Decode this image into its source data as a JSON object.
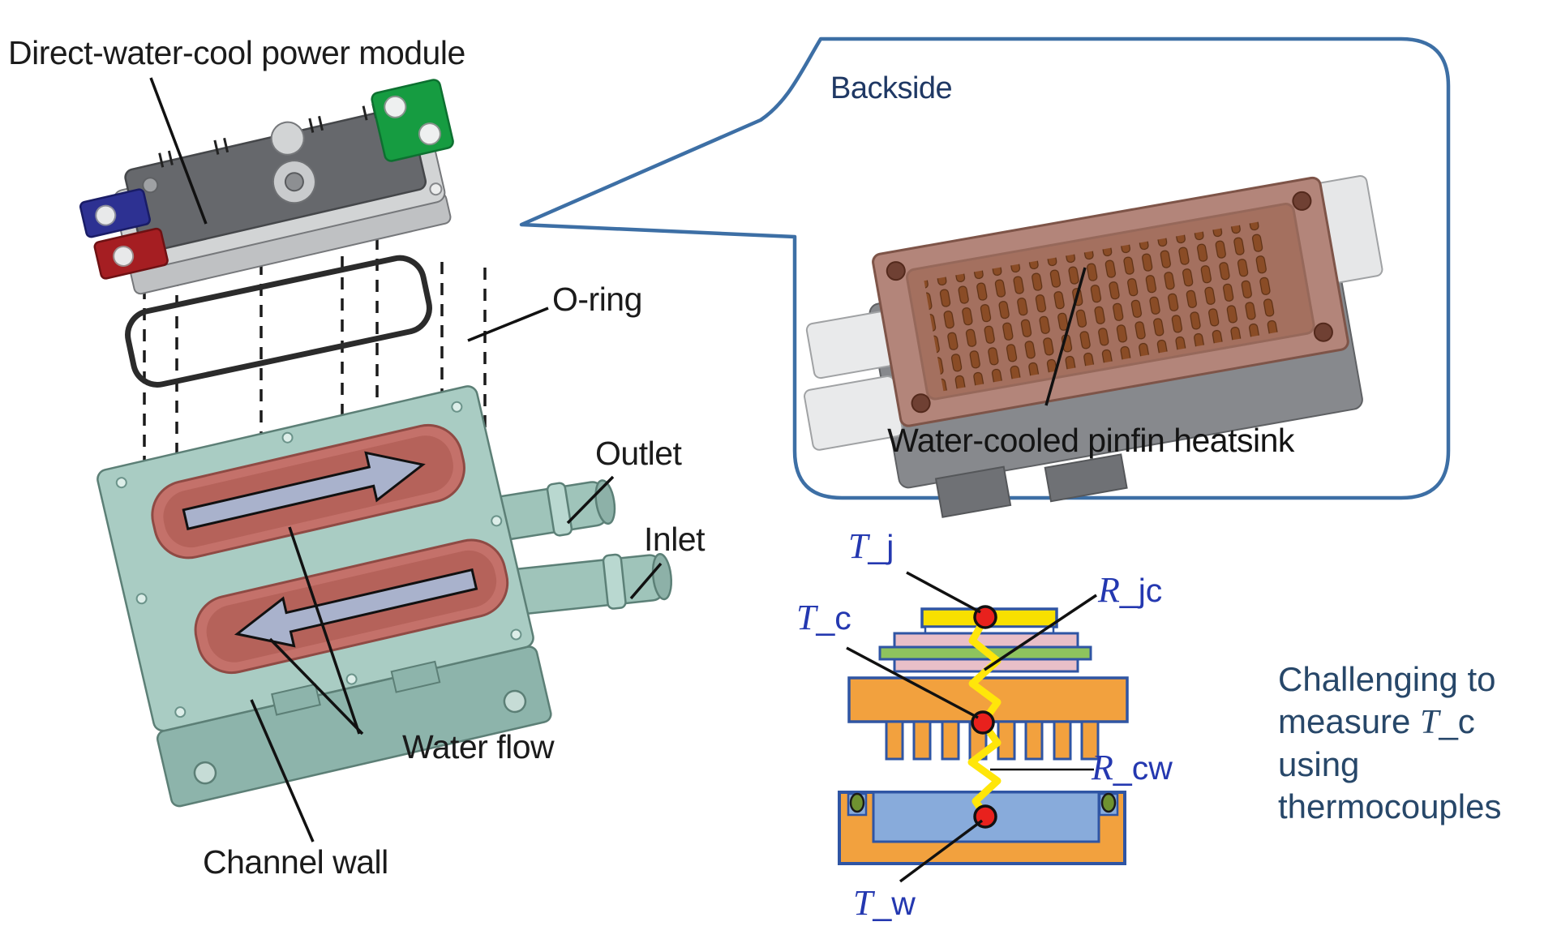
{
  "diagram": {
    "exploded_view": {
      "module_label": "Direct-water-cool power module",
      "oring_label": "O-ring",
      "outlet_label": "Outlet",
      "inlet_label": "Inlet",
      "water_flow_label": "Water flow",
      "channel_wall_label": "Channel wall"
    },
    "callout": {
      "title": "Backside",
      "caption": "Water-cooled pinfin heatsink"
    },
    "thermal_schematic": {
      "junction_temp": {
        "head": "T",
        "tail": "_j"
      },
      "case_temp": {
        "head": "T",
        "tail": "_c"
      },
      "water_temp": {
        "head": "T",
        "tail": "_w"
      },
      "r_junction_case": {
        "head": "R",
        "tail": "_jc"
      },
      "r_case_water": {
        "head": "R",
        "tail": "_cw"
      }
    },
    "note": {
      "line1": "Challenging to",
      "line2_pre": "measure ",
      "line2_head": "T",
      "line2_tail": "_c",
      "line3": "using",
      "line4": "thermocouples"
    },
    "colors": {
      "callout_border": "#3d6fa5",
      "navy_text": "#1f3864",
      "schematic_label_blue": "#2438b0",
      "chip_yellow": "#f8e000",
      "substrate_pink": "#e9bfc8",
      "substrate_green": "#8ec35e",
      "baseplate_orange": "#f2a13e",
      "water_blue": "#88abdb",
      "outline_blue": "#2f55a4",
      "sensor_red": "#e8211d",
      "zigzag_yellow": "#ffe60a",
      "thermocouple_green": "#6f9230",
      "block_teal": "#a9ccc3",
      "channel_salmon": "#c4716a",
      "copper_plate": "#b3857a",
      "copper_pin": "#8a4c26"
    }
  }
}
